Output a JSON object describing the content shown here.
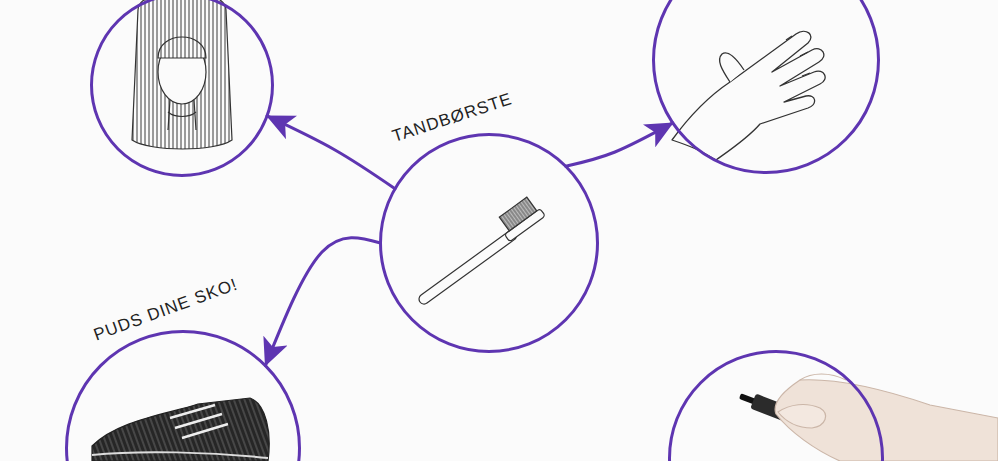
{
  "diagram": {
    "nodes": [
      {
        "text": []
      },
      {
        "text": []
      },
      {
        "text": [
          "TANDBØRSTE"
        ]
      },
      {
        "text": [
          "PUDS DINE SKO!"
        ]
      },
      {
        "text": []
      }
    ],
    "edges": [
      {
        "from": 2,
        "to": 0,
        "arrow": "to"
      },
      {
        "from": 2,
        "to": 1,
        "arrow": "to"
      },
      {
        "from": 2,
        "to": 3,
        "arrow": "to"
      }
    ]
  }
}
